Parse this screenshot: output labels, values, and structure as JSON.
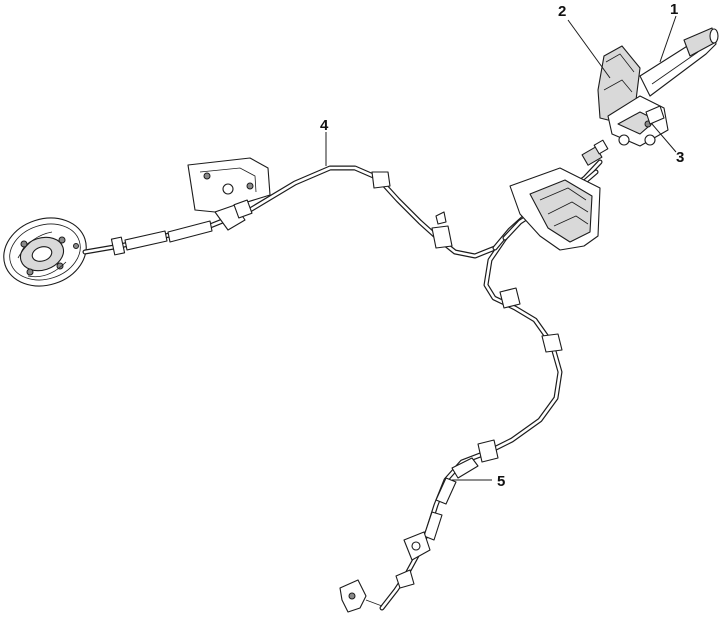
{
  "callouts": [
    {
      "id": "1",
      "label": "1"
    },
    {
      "id": "2",
      "label": "2"
    },
    {
      "id": "3",
      "label": "3"
    },
    {
      "id": "4",
      "label": "4"
    },
    {
      "id": "5",
      "label": "5"
    }
  ],
  "colors": {
    "line": "#1c1c1c",
    "background": "#ffffff",
    "shade": "#d9d9d9"
  }
}
